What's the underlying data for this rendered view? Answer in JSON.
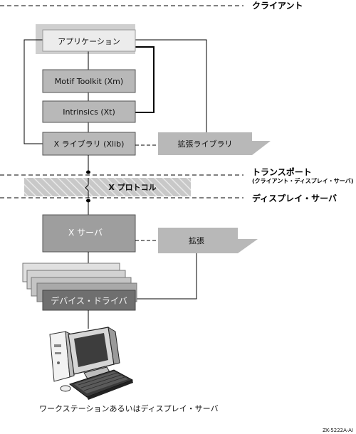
{
  "layers": {
    "client": "クライアント",
    "transport": "トランスポート",
    "transport_sub": "(クライアント・ディスプレイ・サーバ)",
    "display_server": "ディスプレイ・サーバ"
  },
  "boxes": {
    "application": "アプリケーション",
    "motif": "Motif Toolkit (Xm)",
    "intrinsics": "Intrinsics (Xt)",
    "xlib": "X ライブラリ (Xlib)",
    "ext_library": "拡張ライブラリ",
    "xprotocol": "X プロトコル",
    "xserver": "X サーバ",
    "extension": "拡張",
    "device_driver": "デバイス・ドライバ"
  },
  "caption": "ワークステーションあるいはディスプレイ・サーバ",
  "figure_id": "ZK-5222A-AI",
  "colors": {
    "box_light": "#e6e6e6",
    "box_mid": "#b4b4b4",
    "box_dark": "#9c9c9c",
    "driver_dark": "#6f6f6f",
    "line": "#000000"
  }
}
